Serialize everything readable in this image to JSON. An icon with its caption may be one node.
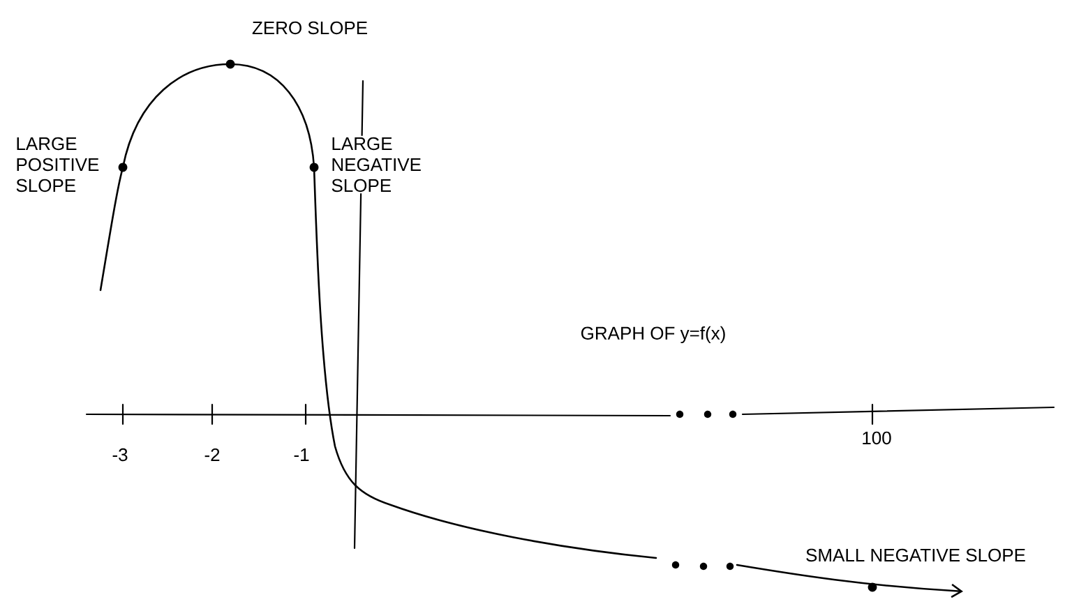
{
  "diagram": {
    "labels": [
      "ZERO SLOPE",
      "LARGE POSITIVE SLOPE",
      "LARGE NEGATIVE SLOPE",
      "GRAPH OF y=f(x)",
      "-3",
      "-2",
      "-1",
      "100",
      "SMALL NEGATIVE SLOPE"
    ]
  }
}
